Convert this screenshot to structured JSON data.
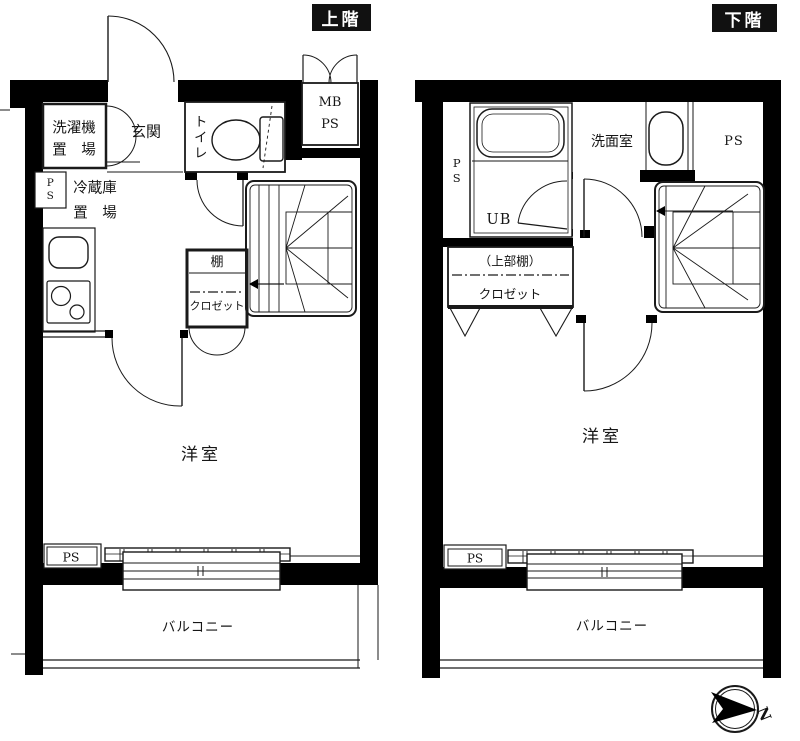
{
  "upper_floor": {
    "badge": "上階",
    "rooms": {
      "washer_place": "洗濯機\n置　場",
      "entrance": "玄関",
      "toilet": "トイレ",
      "meter_box_pipe_space": "MB\nPS",
      "pipe_space_side": "PS",
      "fridge_place": "冷蔵庫\n置　場",
      "shelf": "棚",
      "closet": "クロゼット",
      "western_room": "洋室",
      "pipe_space_bottom": "PS",
      "balcony": "バルコニー"
    }
  },
  "lower_floor": {
    "badge": "下階",
    "rooms": {
      "pipe_space_side": "PS",
      "washroom": "洗面室",
      "pipe_space_top": "PS",
      "unit_bath": "UB",
      "upper_shelf": "（上部棚）",
      "closet": "クロゼット",
      "western_room": "洋室",
      "pipe_space_bottom": "PS",
      "balcony": "バルコニー"
    }
  },
  "compass": {
    "north_label": "N"
  },
  "colors": {
    "wall": "#000000",
    "line": "#1a1a1a",
    "background": "#ffffff",
    "badge_background": "#111111",
    "badge_text": "#ffffff"
  }
}
